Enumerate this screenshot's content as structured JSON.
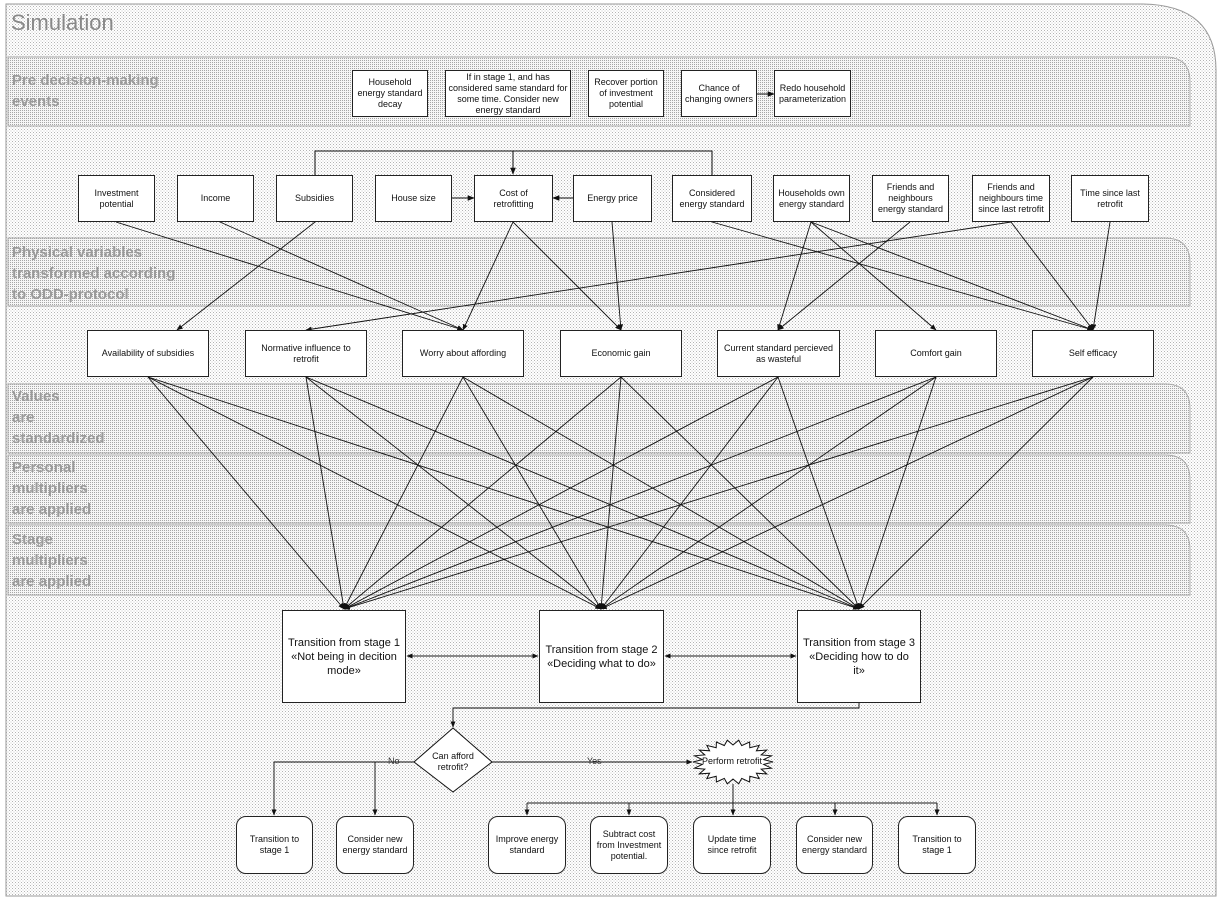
{
  "title": "Simulation",
  "bands": {
    "pre": "Pre decision-making\nevents",
    "physical": "Physical variables\ntransformed according\nto ODD-protocol",
    "values": "Values\nare\nstandardized",
    "personal": "Personal\nmultipliers\nare applied",
    "stage": "Stage\nmultipliers\nare applied"
  },
  "pre_events": {
    "decay": "Household\nenergy standard\ndecay",
    "stage1": "If in stage 1, and has\nconsidered same standard for\nsome time. Consider new\nenergy standard",
    "recover": "Recover portion\nof investment\npotential",
    "owners": "Chance of\nchanging owners",
    "redo": "Redo household\nparameterization"
  },
  "physical": {
    "invest": "Investment\npotential",
    "income": "Income",
    "subsidies": "Subsidies",
    "house": "House size",
    "cost": "Cost of\nretrofitting",
    "energy": "Energy price",
    "considered": "Considered\nenergy standard",
    "own": "Households own\nenergy standard",
    "friends": "Friends and\nneighbours\nenergy standard",
    "friendstime": "Friends and\nneighbours time\nsince last retrofit",
    "timesince": "Time since last\nretrofit"
  },
  "values": {
    "avail": "Availability of subsidies",
    "normative": "Normative influence to\nretrofit",
    "worry": "Worry about affording",
    "econ": "Economic gain",
    "wasteful": "Current standard percieved\nas wasteful",
    "comfort": "Comfort gain",
    "efficacy": "Self efficacy"
  },
  "transitions": {
    "t1": "Transition from stage 1\n«Not being in decition\nmode»",
    "t2": "Transition from stage 2\n«Deciding what to do»",
    "t3": "Transition from stage 3\n«Deciding how to do\nit»"
  },
  "decision": {
    "question": "Can afford\nretrofit?",
    "no": "No",
    "yes": "Yes",
    "perform": "Perform retrofit"
  },
  "outcomes": {
    "no_t1": "Transition to\nstage 1",
    "no_consider": "Consider new\nenergy standard",
    "improve": "Improve energy\nstandard",
    "subtract": "Subtract cost\nfrom Investment\npotential.",
    "update": "Update time\nsince retrofit",
    "consider": "Consider new\nenergy standard",
    "t1": "Transition to\nstage 1"
  }
}
